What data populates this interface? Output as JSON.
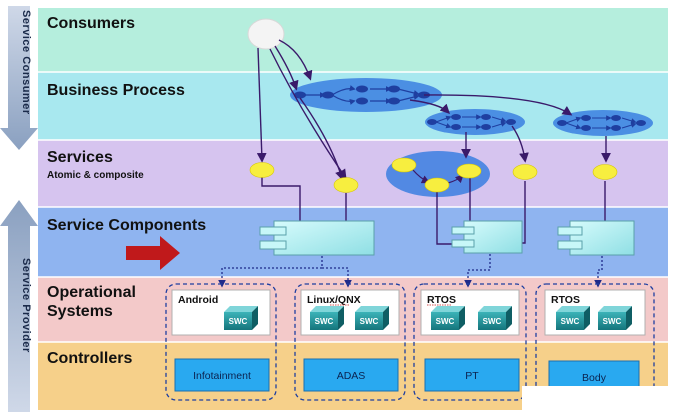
{
  "layers": [
    {
      "id": "consumers",
      "title": "Consumers",
      "subtitle": "",
      "color": "#b5eedd"
    },
    {
      "id": "business-process",
      "title": "Business Process",
      "subtitle": "",
      "color": "#a8e8ef"
    },
    {
      "id": "services",
      "title": "Services",
      "subtitle": "Atomic & composite",
      "color": "#d6c4ef"
    },
    {
      "id": "service-components",
      "title": "Service Components",
      "subtitle": "",
      "color": "#8fb4f0"
    },
    {
      "id": "operational-systems",
      "title": "Operational\nSystems",
      "subtitle": "",
      "color": "#f3c9c9"
    },
    {
      "id": "controllers",
      "title": "Controllers",
      "subtitle": "",
      "color": "#f6d08a"
    }
  ],
  "side_labels": {
    "consumer": "Service Consumer",
    "provider": "Service Provider"
  },
  "operating_systems": [
    {
      "name": "Android",
      "swc": [
        "SWC"
      ]
    },
    {
      "name": "Linux/QNX",
      "swc": [
        "SWC",
        "SWC"
      ]
    },
    {
      "name": "RTOS",
      "swc": [
        "SWC",
        "SWC"
      ]
    },
    {
      "name": "RTOS",
      "swc": [
        "SWC",
        "SWC"
      ]
    }
  ],
  "controllers": [
    "Infotainment",
    "ADAS",
    "PT",
    "Body"
  ],
  "colors": {
    "accent_arrow": "#c0191b",
    "service_node": "#f7ee3f",
    "process_node": "#1f3fa0",
    "process_cluster": "#3b7fe0",
    "component": "#b4f0f2",
    "connector": "#3a1a6a",
    "dotted": "#1f2a8a",
    "controller_box": "#29a9f0"
  }
}
